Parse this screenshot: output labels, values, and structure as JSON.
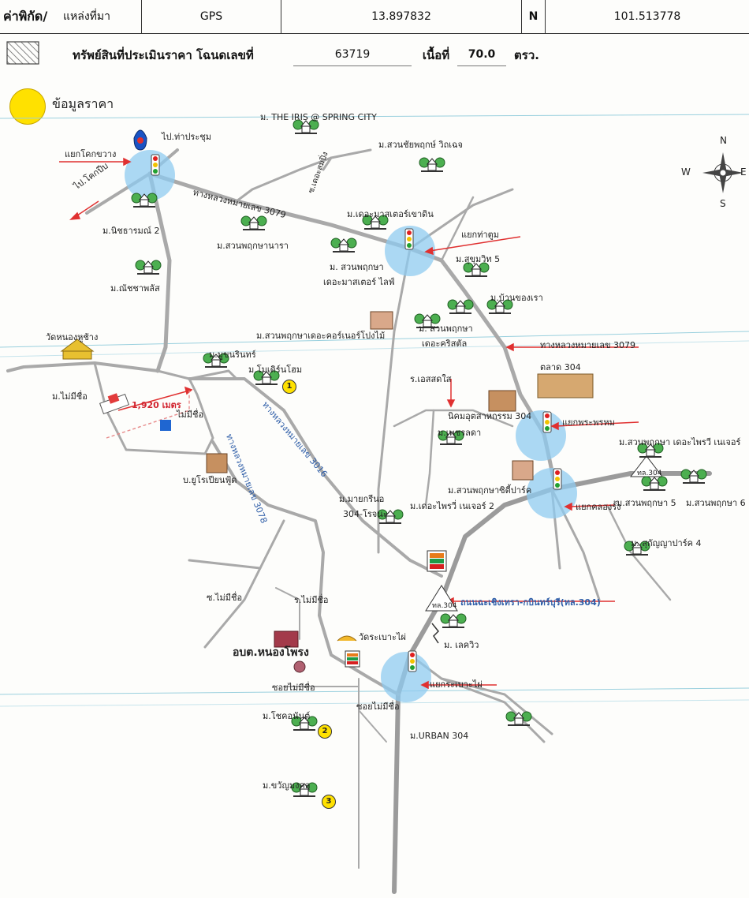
{
  "header": {
    "coord_label": "ค่าพิกัด/",
    "source_label": "แหล่งที่มา",
    "source_value": "GPS",
    "latitude": "13.897832",
    "n_label": "N",
    "longitude": "101.513778",
    "asset_label": "ทรัพย์สินที่ประเมินราคา โฉนดเลขที่",
    "deed_no": "63719",
    "area_label": "เนื้อที่",
    "area_value": "70.0",
    "area_unit": "ตรว.",
    "legend_price": "ข้อมูลราคา"
  },
  "compass": {
    "n": "N",
    "s": "S",
    "w": "W",
    "e": "E"
  },
  "labels": {
    "iris": "ม. THE IRIS @ SPRING CITY",
    "to_thaprachum": "ไป.ท่าประชุม",
    "khok_khwang": "แยกโคกขวาง",
    "suanchai": "ม.สวนชัยพฤกษ์ วิถเฉจ",
    "to_khokpip": "ไป.โคกปีบ",
    "nirachon": "ม.นิชธารมณ์ 2",
    "tangluang_3079_a": "ทางหลวงหมายเลข 3079",
    "soi_dee": "ซ.เดอะสมปิ่ง",
    "masterkhedin": "ม.เดอะมาสเตอร์เขาดิน",
    "tha_tum": "แยกท่าตูม",
    "suanphruksa_nara": "ม.สวนพฤกษานารา",
    "suanphruksa_master_1": "ม. สวนพฤกษา",
    "suanphruksa_master_2": "เดอะมาสเตอร์ ไลฟ์",
    "sukhumvit5": "ม.สุขุมวิท 5",
    "nanchaphan": "ม.ณัชชาพลัส",
    "banchongrao": "ม.บ้านของเรา",
    "suanphruksa_chaiyaphruek": "ม.สวนพฤกษาเดอะคอร์เนอร์โปงไม้",
    "suanphruksa_cristal_1": "ม. สวนพฤกษา",
    "suanphruksa_cristal_2": "เดอะคริสตัล",
    "wat_nongpha": "วัดหนองหูช้าง",
    "tangluang_3079_b": "ทางหลวงหมายเลข 3079",
    "mamarin": "ม.มูขนรินทร์",
    "mamodern": "ม.โมเดิร์นโฮม",
    "talad304": "ตลาด 304",
    "maimichue_a": "ม.ไม่มีชื่อ",
    "es_sol": "ร.เอสสดใส",
    "distance": "1,920 เมตร",
    "maimichue_b": "ไม่มีชื่อ",
    "niem": "นิคมอุตสาหกรรม 304",
    "phraphrom": "แยกพระพรหม",
    "tangluang_3016": "ทางหลวงหมายเลข 3016",
    "tangluang_3078": "ทางหลวงหมายเลข 3078",
    "phetlada": "ม.เพชรลดา",
    "suanphruksa_corner_right": "ม.สวนพฤกษา เดอะไพรวี เนเจอร์",
    "yuropian": "บ.ยูโรเปียนฟู้ด",
    "sign304_a": "ทล.304",
    "suanphruksa_city": "ม.สวนพฤกษาซิตี้ปาร์ค",
    "khlong_rang": "แยกคลองรั้ง",
    "suanphruksa5": "ม.สวนพฤกษา 5",
    "suanphruksa_6": "ม.สวนพฤกษา 6",
    "mayarin_1": "ม.มายกรีนอ",
    "mayarin_2": "304-โรจนะ",
    "deprive_nature2": "ม.เดอะไพรวี่ เนเจอร์ 2",
    "sukanya": "ม. สุกัญญาปาร์ค 4",
    "soi_maimichue_1": "ซ.ไม่มีชื่อ",
    "soi_maimichue_2": "ร.ไม่มีชื่อ",
    "road304": "ถนนฉะเชิงเทรา-กบินทร์บุรี(ทล.304)",
    "sign304_b": "ทล.304",
    "wat_raboeng": "วัดระเบาะไผ่",
    "obt": "อบต.หนองโพรง",
    "lakeview": "ม. เลควิว",
    "raboeng_junction": "แยกระเบาะไผ่",
    "soi_a": "ซอยไม่มีชื่อ",
    "soi_b": "ซอยไม่มีชื่อ",
    "chokanan": "ม.โชคอนันต์",
    "urban304": "ม.URBAN 304",
    "khwanmongkol": "ม.ขวัญมงคล",
    "marker1": "1",
    "marker2": "2",
    "marker3": "3"
  }
}
